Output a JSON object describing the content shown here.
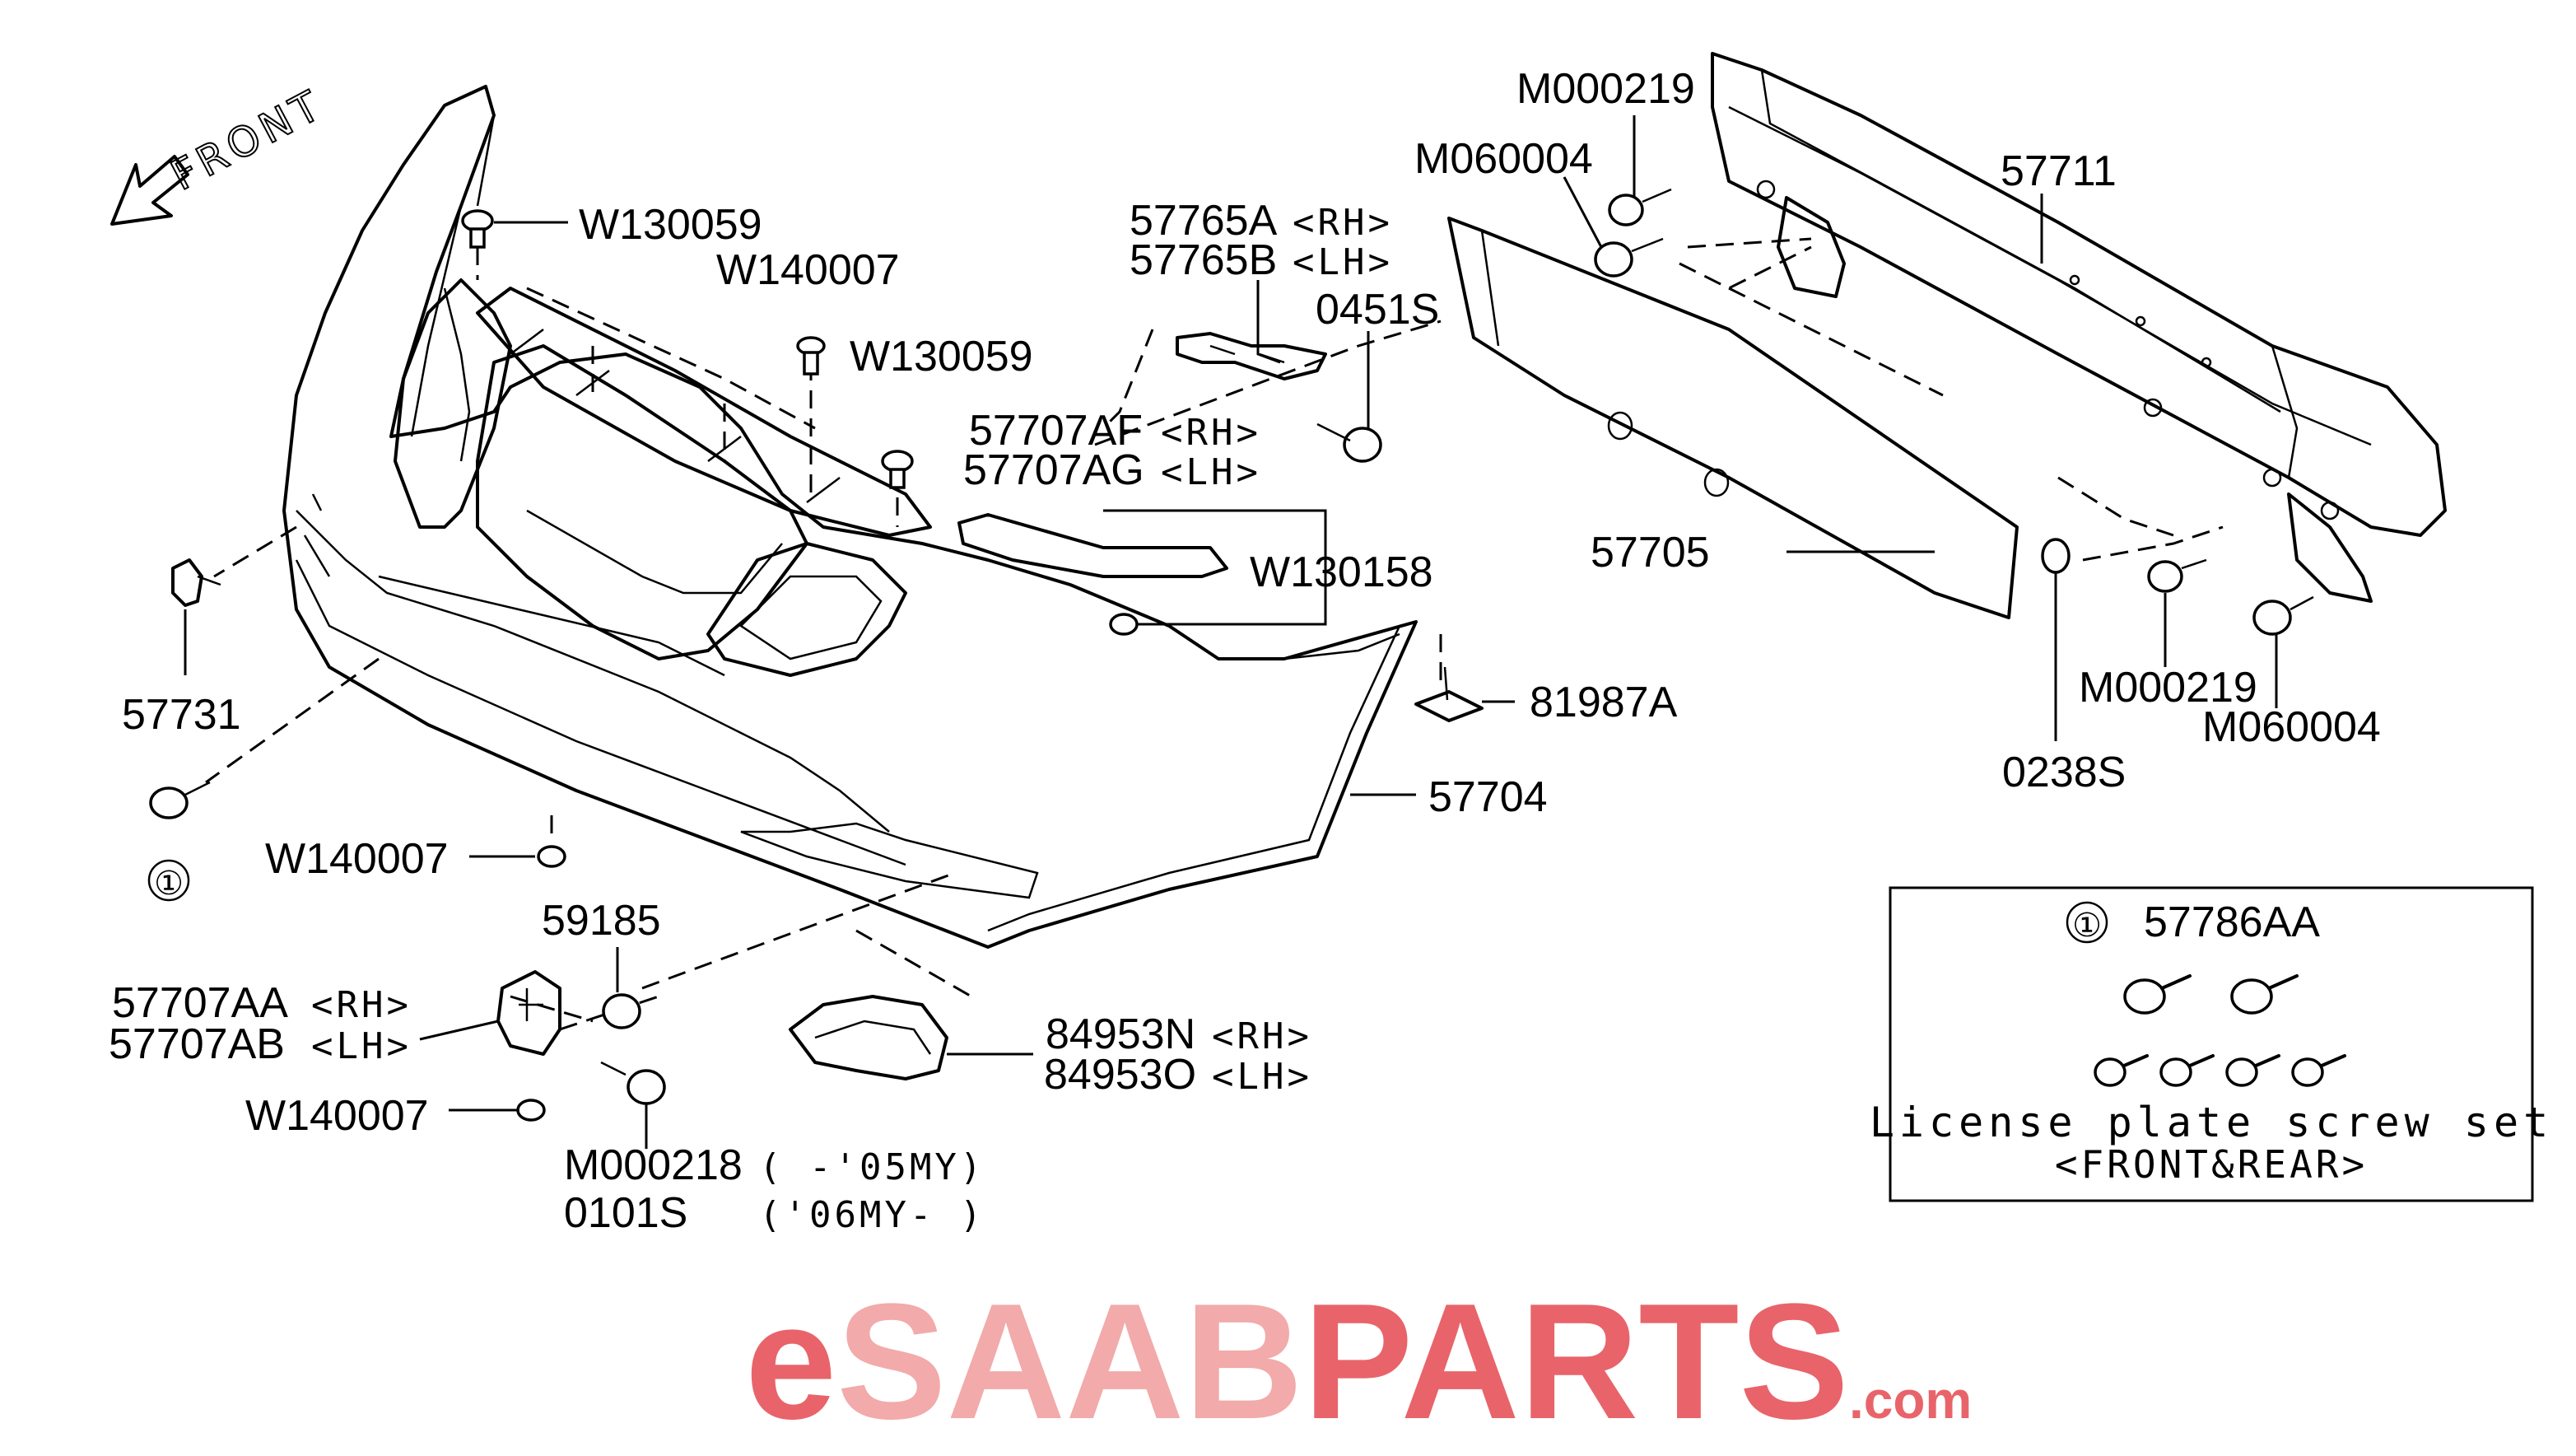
{
  "direction_label": "FRONT",
  "labels": {
    "w130059_a": "W130059",
    "w140007_a": "W140007",
    "w130059_b": "W130059",
    "p57765a": "57765A",
    "p57765a_side": "<RH>",
    "p57765b": "57765B",
    "p57765b_side": "<LH>",
    "p0451s": "0451S",
    "p57707af": "57707AF",
    "p57707af_side": "<RH>",
    "p57707ag": "57707AG",
    "p57707ag_side": "<LH>",
    "w130158": "W130158",
    "p57731": "57731",
    "w140007_b": "W140007",
    "p59185": "59185",
    "p57707aa": "57707AA",
    "p57707aa_side": "<RH>",
    "p57707ab": "57707AB",
    "p57707ab_side": "<LH>",
    "w140007_c": "W140007",
    "m000218": "M000218",
    "m000218_range": "(   -'05MY)",
    "p0101s": "0101S",
    "p0101s_range": "('06MY-    )",
    "p84953n": "84953N",
    "p84953n_side": "<RH>",
    "p84953o": "84953O",
    "p84953o_side": "<LH>",
    "p81987a": "81987A",
    "p57704": "57704",
    "m000219_a": "M000219",
    "m060004_a": "M060004",
    "p57711": "57711",
    "p57705": "57705",
    "m000219_b": "M000219",
    "m060004_b": "M060004",
    "p0238s": "0238S"
  },
  "callout_marker": "①",
  "legend_box": {
    "marker": "①",
    "part_number": "57786AA",
    "description_line1": "License plate screw set",
    "description_line2": "<FRONT&REAR>"
  },
  "logo": {
    "prefix": "e",
    "brand": "SAAB",
    "suffix": "PARTS",
    "domain": ".com",
    "color_primary": "#e8646a",
    "color_light": "#f2aaaa"
  }
}
